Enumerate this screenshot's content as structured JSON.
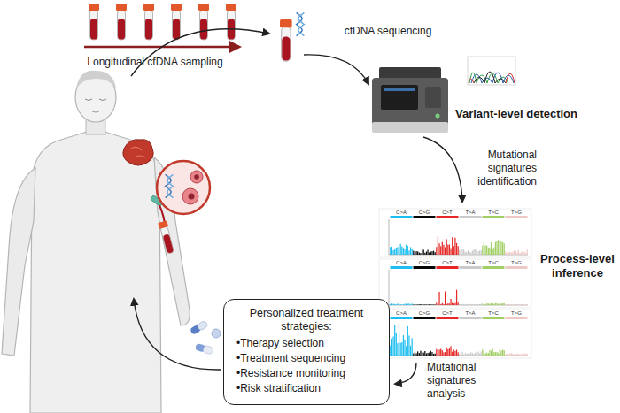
{
  "diagram": {
    "nodes": [
      {
        "text": [
          "Personalized treatment strategies:",
          "•Therapy selection",
          "•Treatment sequencing",
          "•Resistance monitoring",
          "•Risk stratification"
        ]
      }
    ],
    "labels": [
      "Longitudinal cfDNA sampling",
      "cfDNA sequencing",
      "Variant-level detection",
      "Mutational signatures identification",
      "Process-level inference",
      "Mutational signatures analysis",
      "C>A",
      "C>G",
      "C>T",
      "T>A",
      "T>C",
      "T>G",
      "C>A",
      "C>G",
      "C>T",
      "T>A",
      "T>C",
      "T>G",
      "C>A",
      "C>G",
      "C>T",
      "T>A",
      "T>C",
      "T>G"
    ]
  }
}
